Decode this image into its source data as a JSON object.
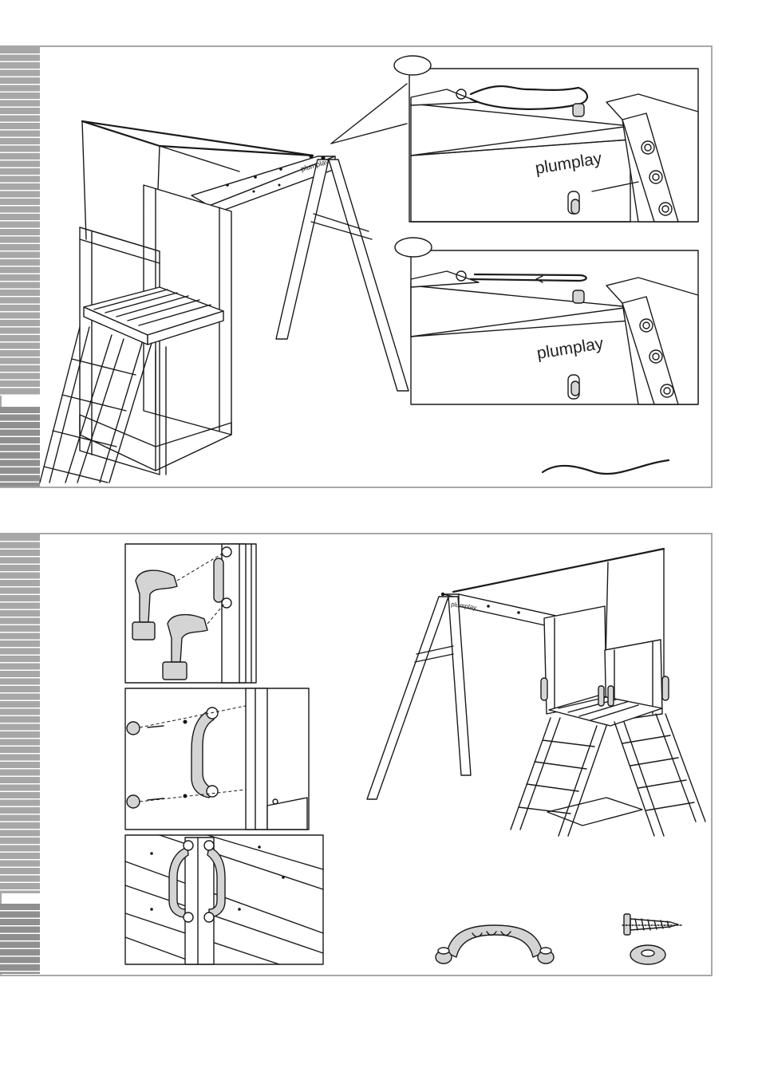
{
  "brand": {
    "logo_text": "plumplay",
    "trademark": "®"
  },
  "step1": {
    "callout_a_label": "",
    "callout_b_label": ""
  },
  "step2": {
    "handle_part": "handle-grip",
    "screw_part": "screw-with-washer"
  }
}
